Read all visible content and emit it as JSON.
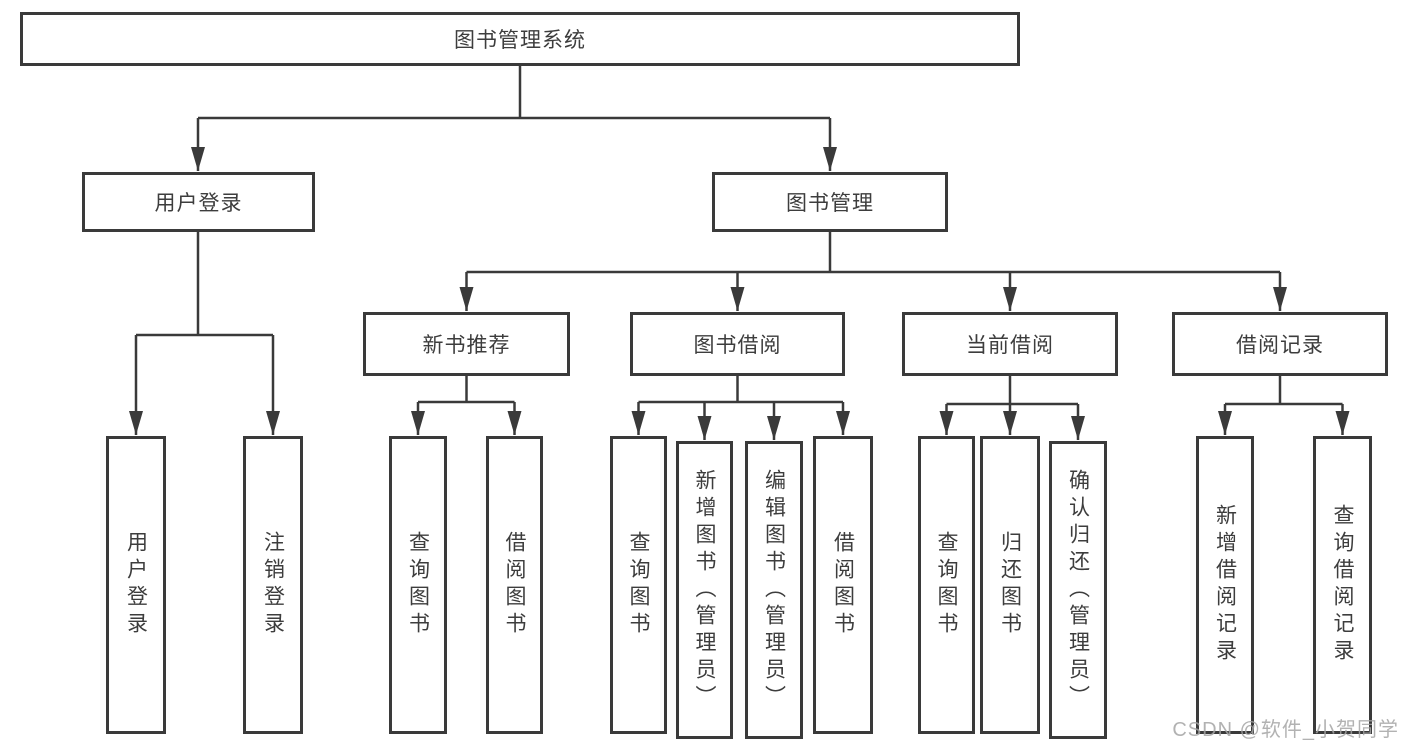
{
  "diagram": {
    "root": {
      "label": "图书管理系统"
    },
    "level2": [
      {
        "label": "用户登录"
      },
      {
        "label": "图书管理"
      }
    ],
    "level3": [
      {
        "label": "新书推荐"
      },
      {
        "label": "图书借阅"
      },
      {
        "label": "当前借阅"
      },
      {
        "label": "借阅记录"
      }
    ],
    "leaves": {
      "user_login": [
        {
          "label": "用户登录"
        },
        {
          "label": "注销登录"
        }
      ],
      "new_book": [
        {
          "label": "查询图书"
        },
        {
          "label": "借阅图书"
        }
      ],
      "book_borrow": [
        {
          "label": "查询图书"
        },
        {
          "label": "新增图书（管理员）"
        },
        {
          "label": "编辑图书（管理员）"
        },
        {
          "label": "借阅图书"
        }
      ],
      "current_borrow": [
        {
          "label": "查询图书"
        },
        {
          "label": "归还图书"
        },
        {
          "label": "确认归还（管理员）"
        }
      ],
      "borrow_record": [
        {
          "label": "新增借阅记录"
        },
        {
          "label": "查询借阅记录"
        }
      ]
    }
  },
  "watermark": {
    "text": "CSDN @软件_小贺同学"
  },
  "colors": {
    "line": "#3a3a3a",
    "text": "#3d3d3d",
    "background": "#ffffff",
    "watermark": "#a4a4a4"
  }
}
